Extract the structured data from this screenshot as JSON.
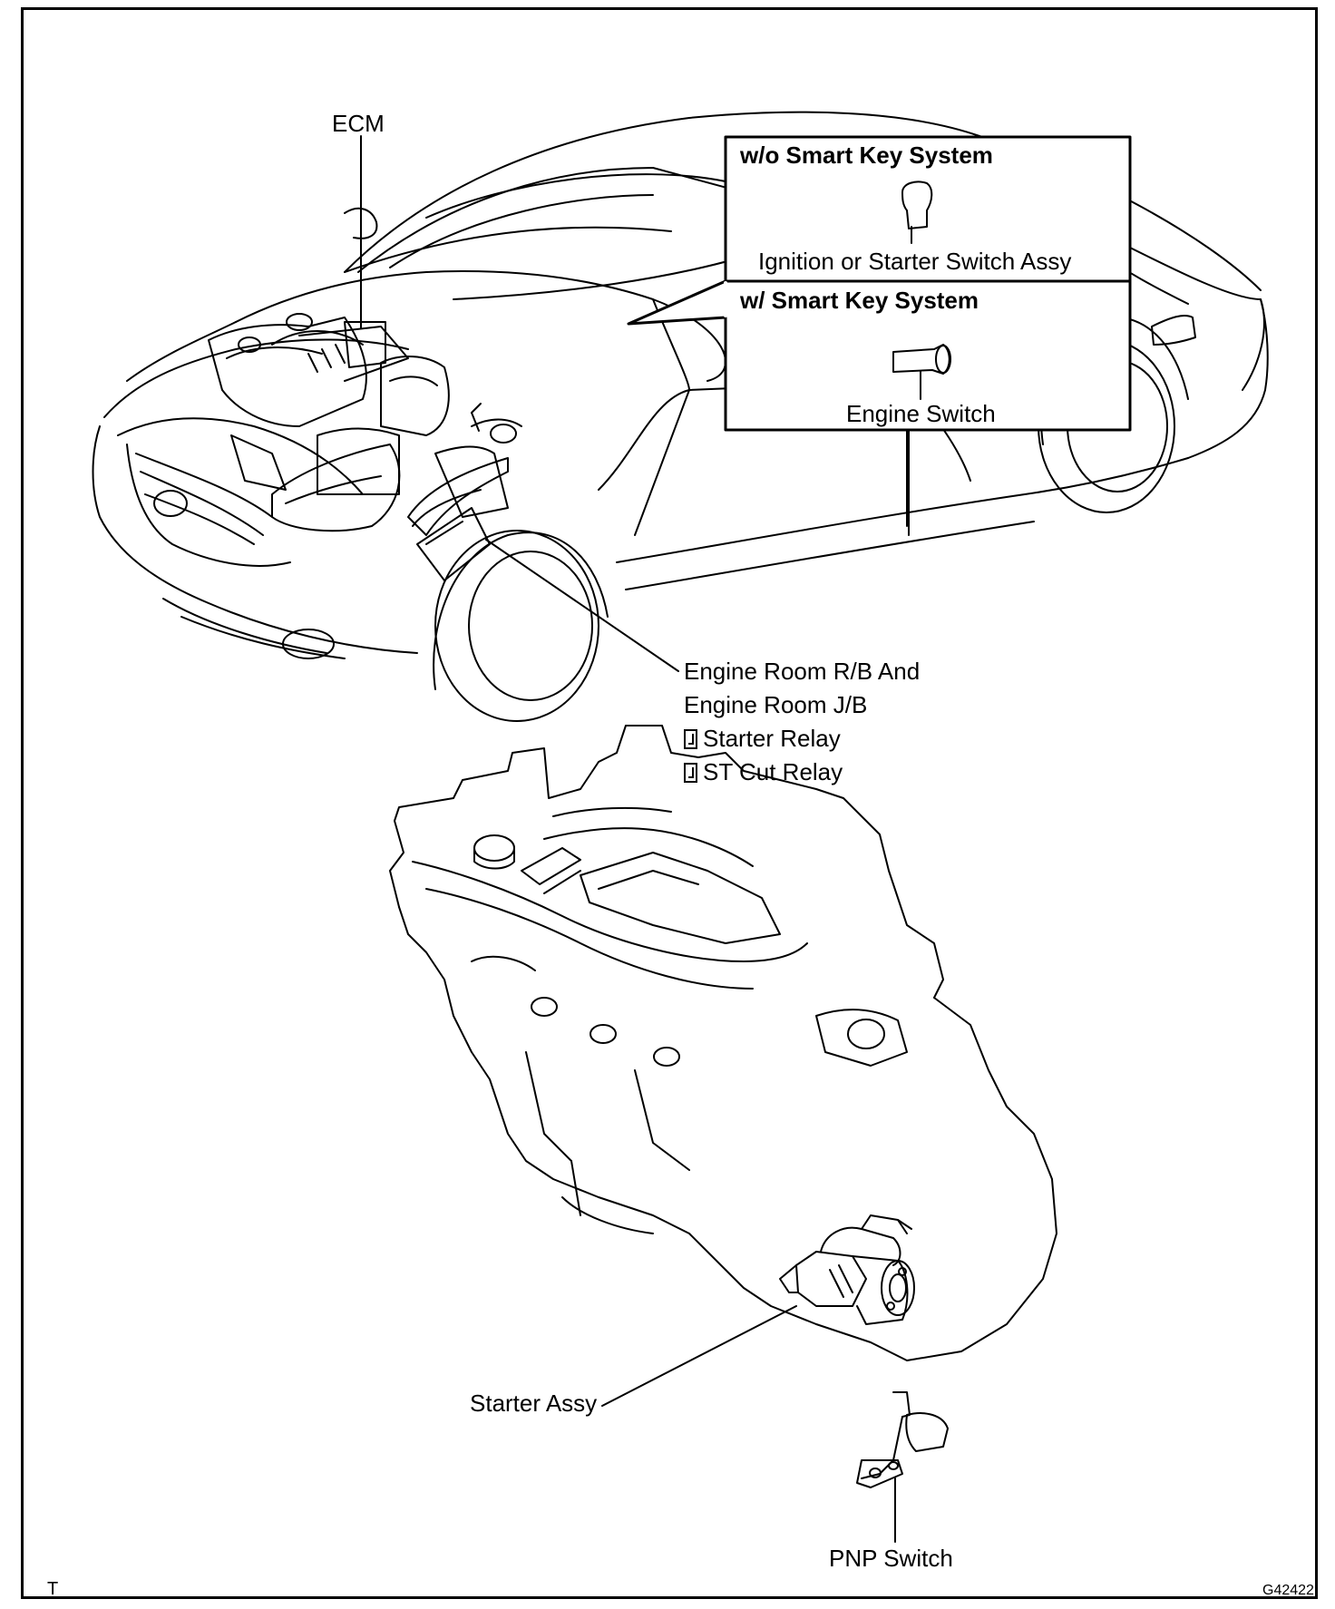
{
  "labels": {
    "ecm": "ECM",
    "wo_smart_key_title": "w/o Smart Key System",
    "ignition_switch": "Ignition or Starter Switch Assy",
    "w_smart_key_title": "w/ Smart Key System",
    "engine_switch": "Engine Switch",
    "engine_room_rb": "Engine Room R/B And",
    "engine_room_jb": "Engine Room J/B",
    "starter_relay": "Starter Relay",
    "st_cut_relay": "ST Cut Relay",
    "starter_assy": "Starter Assy",
    "pnp_switch": "PNP Switch",
    "corner_mark": "T",
    "figure_code": "G42422"
  }
}
